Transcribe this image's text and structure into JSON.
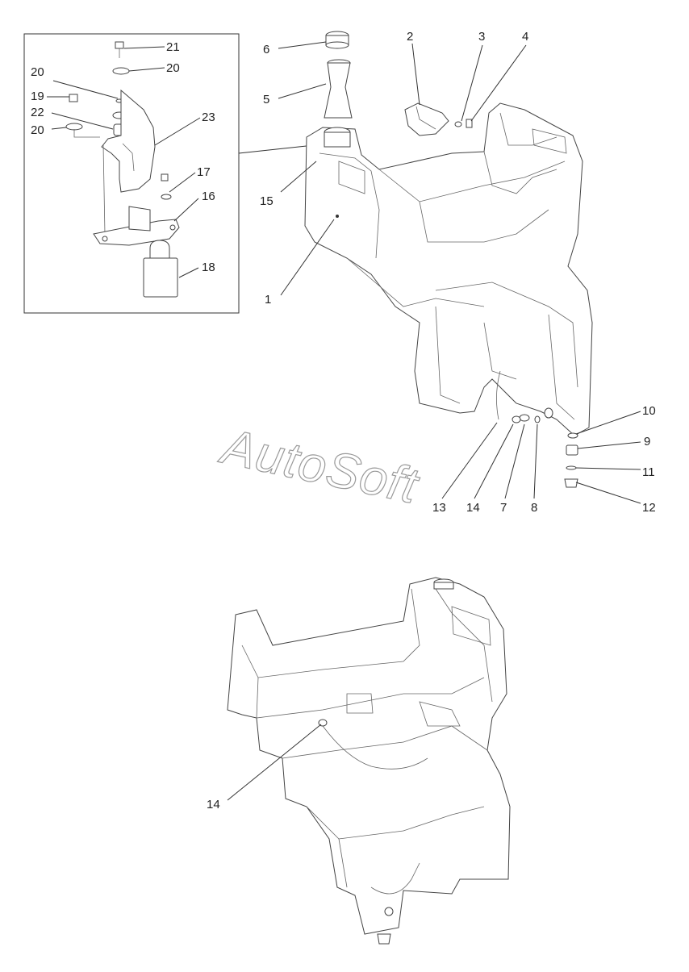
{
  "callouts": {
    "c1": "1",
    "c2": "2",
    "c3": "3",
    "c4": "4",
    "c5": "5",
    "c6": "6",
    "c7": "7",
    "c8": "8",
    "c9": "9",
    "c10": "10",
    "c11": "11",
    "c12": "12",
    "c13": "13",
    "c14a": "14",
    "c15": "15",
    "c16": "16",
    "c17": "17",
    "c18": "18",
    "c19": "19",
    "c20a": "20",
    "c20b": "20",
    "c20c": "20",
    "c21": "21",
    "c22": "22",
    "c23": "23",
    "c14b": "14"
  },
  "watermark": "AutoSoft"
}
